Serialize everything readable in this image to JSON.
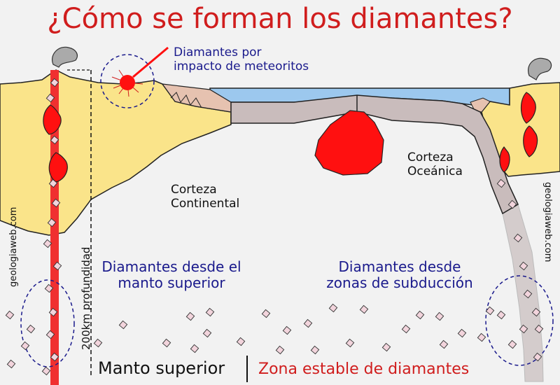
{
  "title": "¿Cómo se forman los diamantes?",
  "labels": {
    "meteorite_line1": "Diamantes por",
    "meteorite_line2": "impacto de meteoritos",
    "continental_line1": "Corteza",
    "continental_line2": "Continental",
    "oceanic_line1": "Corteza",
    "oceanic_line2": "Oceánica",
    "upper_mantle_diamonds_line1": "Diamantes desde el",
    "upper_mantle_diamonds_line2": "manto superior",
    "subduction_diamonds_line1": "Diamantes desde",
    "subduction_diamonds_line2": "zonas de subducción",
    "depth": "200km profundidad",
    "watermark_left": "geologiaweb.com",
    "watermark_right": "geologiaweb.com"
  },
  "footer": {
    "left": "Manto superior",
    "right": "Zona estable de diamantes"
  },
  "colors": {
    "title": "#d01d1d",
    "blue_text": "#1a1a8c",
    "continental_crust": "#fae48a",
    "oceanic_crust": "#c9bcbc",
    "ocean": "#9cc8ee",
    "magma": "#ff1010",
    "kimberlite_pipe": "#f03030",
    "diamond": "#f2d4dc",
    "sediment": "#e6c2b0",
    "mantle": "#f2f2f2"
  }
}
